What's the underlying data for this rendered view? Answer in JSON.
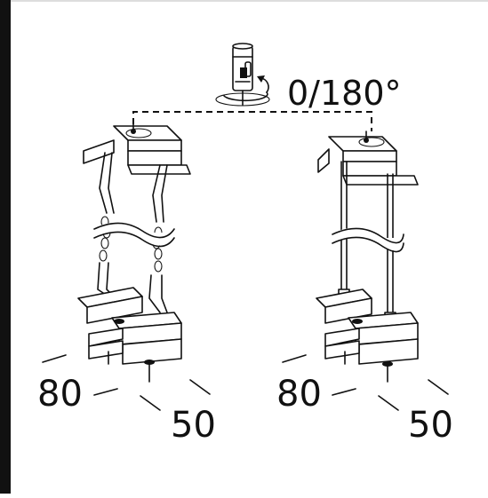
{
  "labels": {
    "rotation": "0/180°",
    "left_width": "80",
    "left_depth": "50",
    "right_width": "80",
    "right_depth": "50"
  },
  "icons": [
    "anchor-pin-icon",
    "rotation-arrow-icon"
  ],
  "colors": {
    "ink": "#111111",
    "background": "#ffffff"
  }
}
